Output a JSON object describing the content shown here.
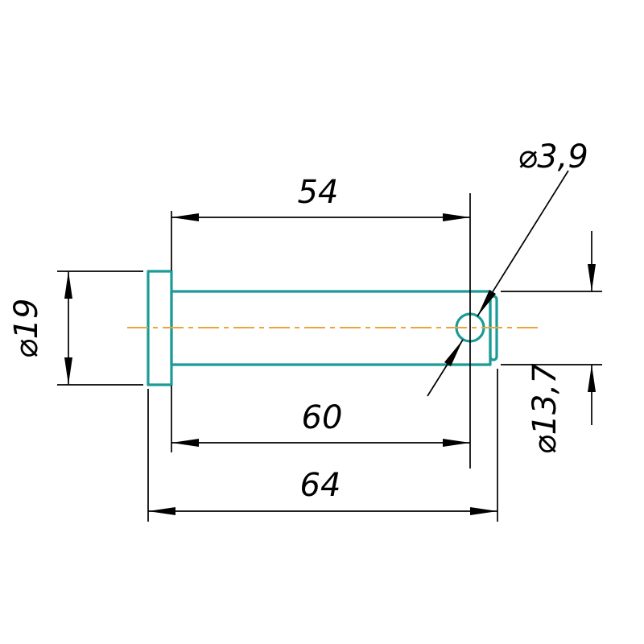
{
  "colors": {
    "part_outline": "#1A9B95",
    "centerline": "#EBA43F",
    "dimension": "#000000",
    "background": "#FFFFFF"
  },
  "dimensions": {
    "top_length_label": "54",
    "hole_diameter_label": "⌀3,9",
    "head_diameter_label": "⌀19",
    "shaft_length_label": "60",
    "overall_length_label": "64",
    "shaft_diameter_label": "⌀13,7"
  }
}
